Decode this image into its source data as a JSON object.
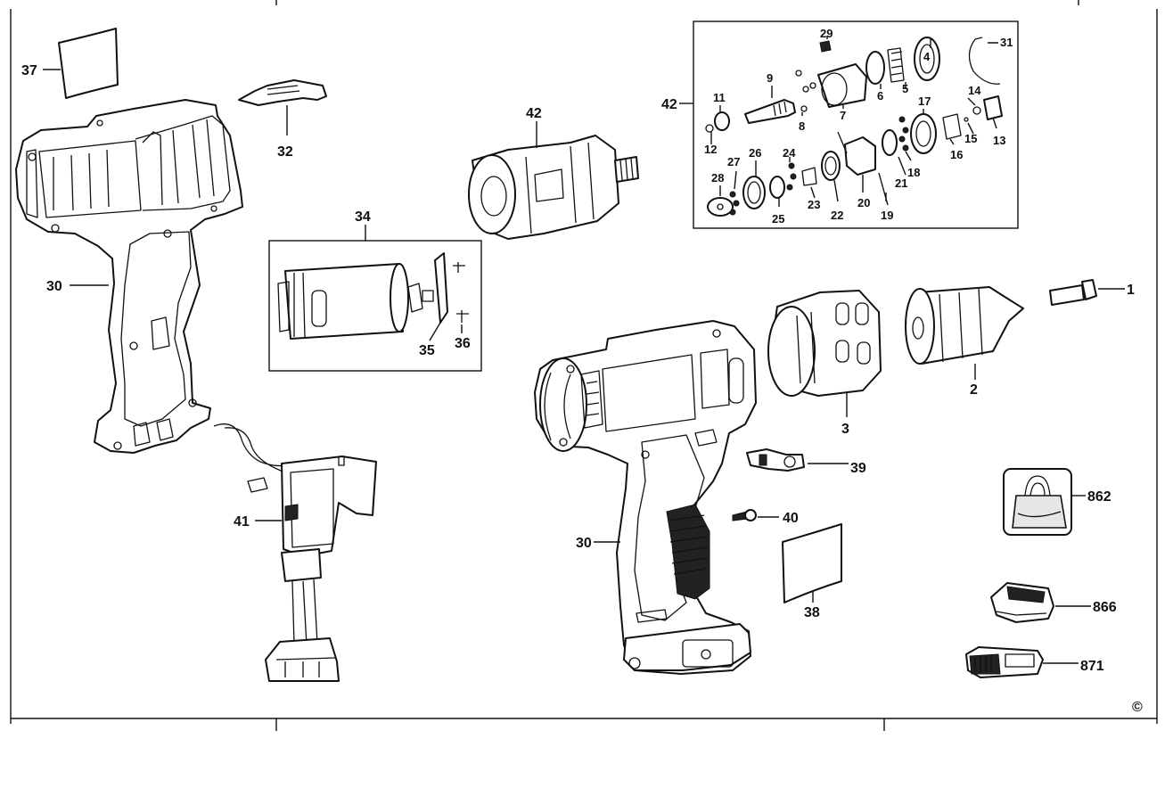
{
  "copyright_symbol": "©",
  "bottom_text": "",
  "parts": {
    "p1": "1",
    "p2": "2",
    "p3": "3",
    "p4": "4",
    "p5": "5",
    "p6": "6",
    "p7": "7",
    "p8": "8",
    "p9": "9",
    "p11": "11",
    "p12": "12",
    "p13": "13",
    "p14": "14",
    "p15": "15",
    "p16": "16",
    "p17": "17",
    "p18": "18",
    "p19": "19",
    "p20": "20",
    "p21": "21",
    "p22": "22",
    "p23": "23",
    "p24": "24",
    "p25": "25",
    "p26": "26",
    "p27": "27",
    "p28": "28",
    "p29": "29",
    "p30a": "30",
    "p30b": "30",
    "p31": "31",
    "p32": "32",
    "p34": "34",
    "p35": "35",
    "p36": "36",
    "p37": "37",
    "p38": "38",
    "p39": "39",
    "p40": "40",
    "p41": "41",
    "p42": "42",
    "p862": "862",
    "p866": "866",
    "p871": "871"
  }
}
